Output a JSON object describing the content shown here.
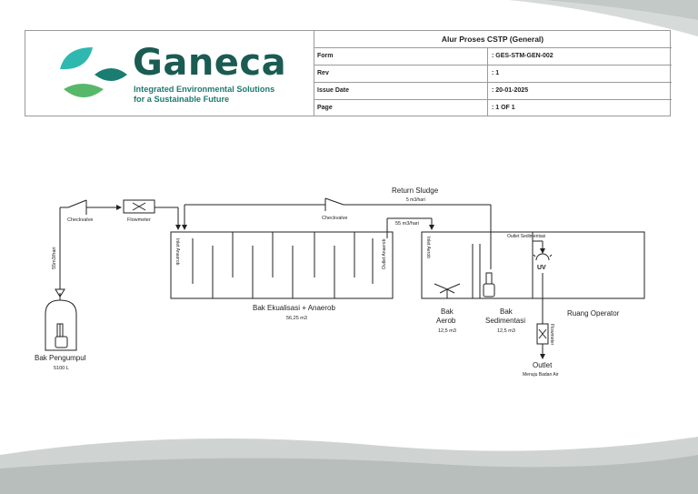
{
  "header": {
    "brand": "Ganeca",
    "tagline_1": "Integrated Environmental Solutions",
    "tagline_2": "for a Sustainable Future",
    "doc_title": "Alur Proses CSTP (General)",
    "rows": [
      {
        "key": "Form",
        "value": ": GES-STM-GEN-002"
      },
      {
        "key": "Rev",
        "value": ": 1"
      },
      {
        "key": "Issue Date",
        "value": ": 20-01-2025"
      },
      {
        "key": "Page",
        "value": ": 1 OF 1"
      }
    ]
  },
  "diagram": {
    "return_sludge": "Return Sludge",
    "return_sludge_rate": "5 m3/hari",
    "checkvalve_1": "Checkvalve",
    "checkvalve_2": "Checkvalve",
    "flowmeter_1": "Flowmeter",
    "flowmeter_2": "Flowmeter",
    "flow_rate_vertical": "55m3/hari",
    "flow_rate_aerob": "55 m3/hari",
    "inlet_anaerob": "Inlet Anaerob",
    "outlet_anaerob": "Outlet Anaerob",
    "inlet_aerob": "Inlet Aerob",
    "outlet_sedimentasi": "Outlet Sedimentasi",
    "uv": "UV",
    "bak_ekualisasi": "Bak Ekualisasi + Anaerob",
    "bak_ekualisasi_vol": "56,25 m3",
    "bak_aerob_1": "Bak",
    "bak_aerob_2": "Aerob",
    "bak_aerob_vol": "12,5 m3",
    "bak_sed_1": "Bak",
    "bak_sed_2": "Sedimentasi",
    "bak_sed_vol": "12,5 m3",
    "ruang_operator": "Ruang Operator",
    "bak_pengumpul": "Bak Pengumpul",
    "bak_pengumpul_vol": "5100 L",
    "outlet": "Outlet",
    "outlet_sub": "Menuju Badan Air"
  },
  "colors": {
    "brand_dark": "#1a5b52",
    "brand_teal": "#1d7a70",
    "leaf_green": "#57b86a",
    "leaf_teal": "#2fb8b0"
  }
}
